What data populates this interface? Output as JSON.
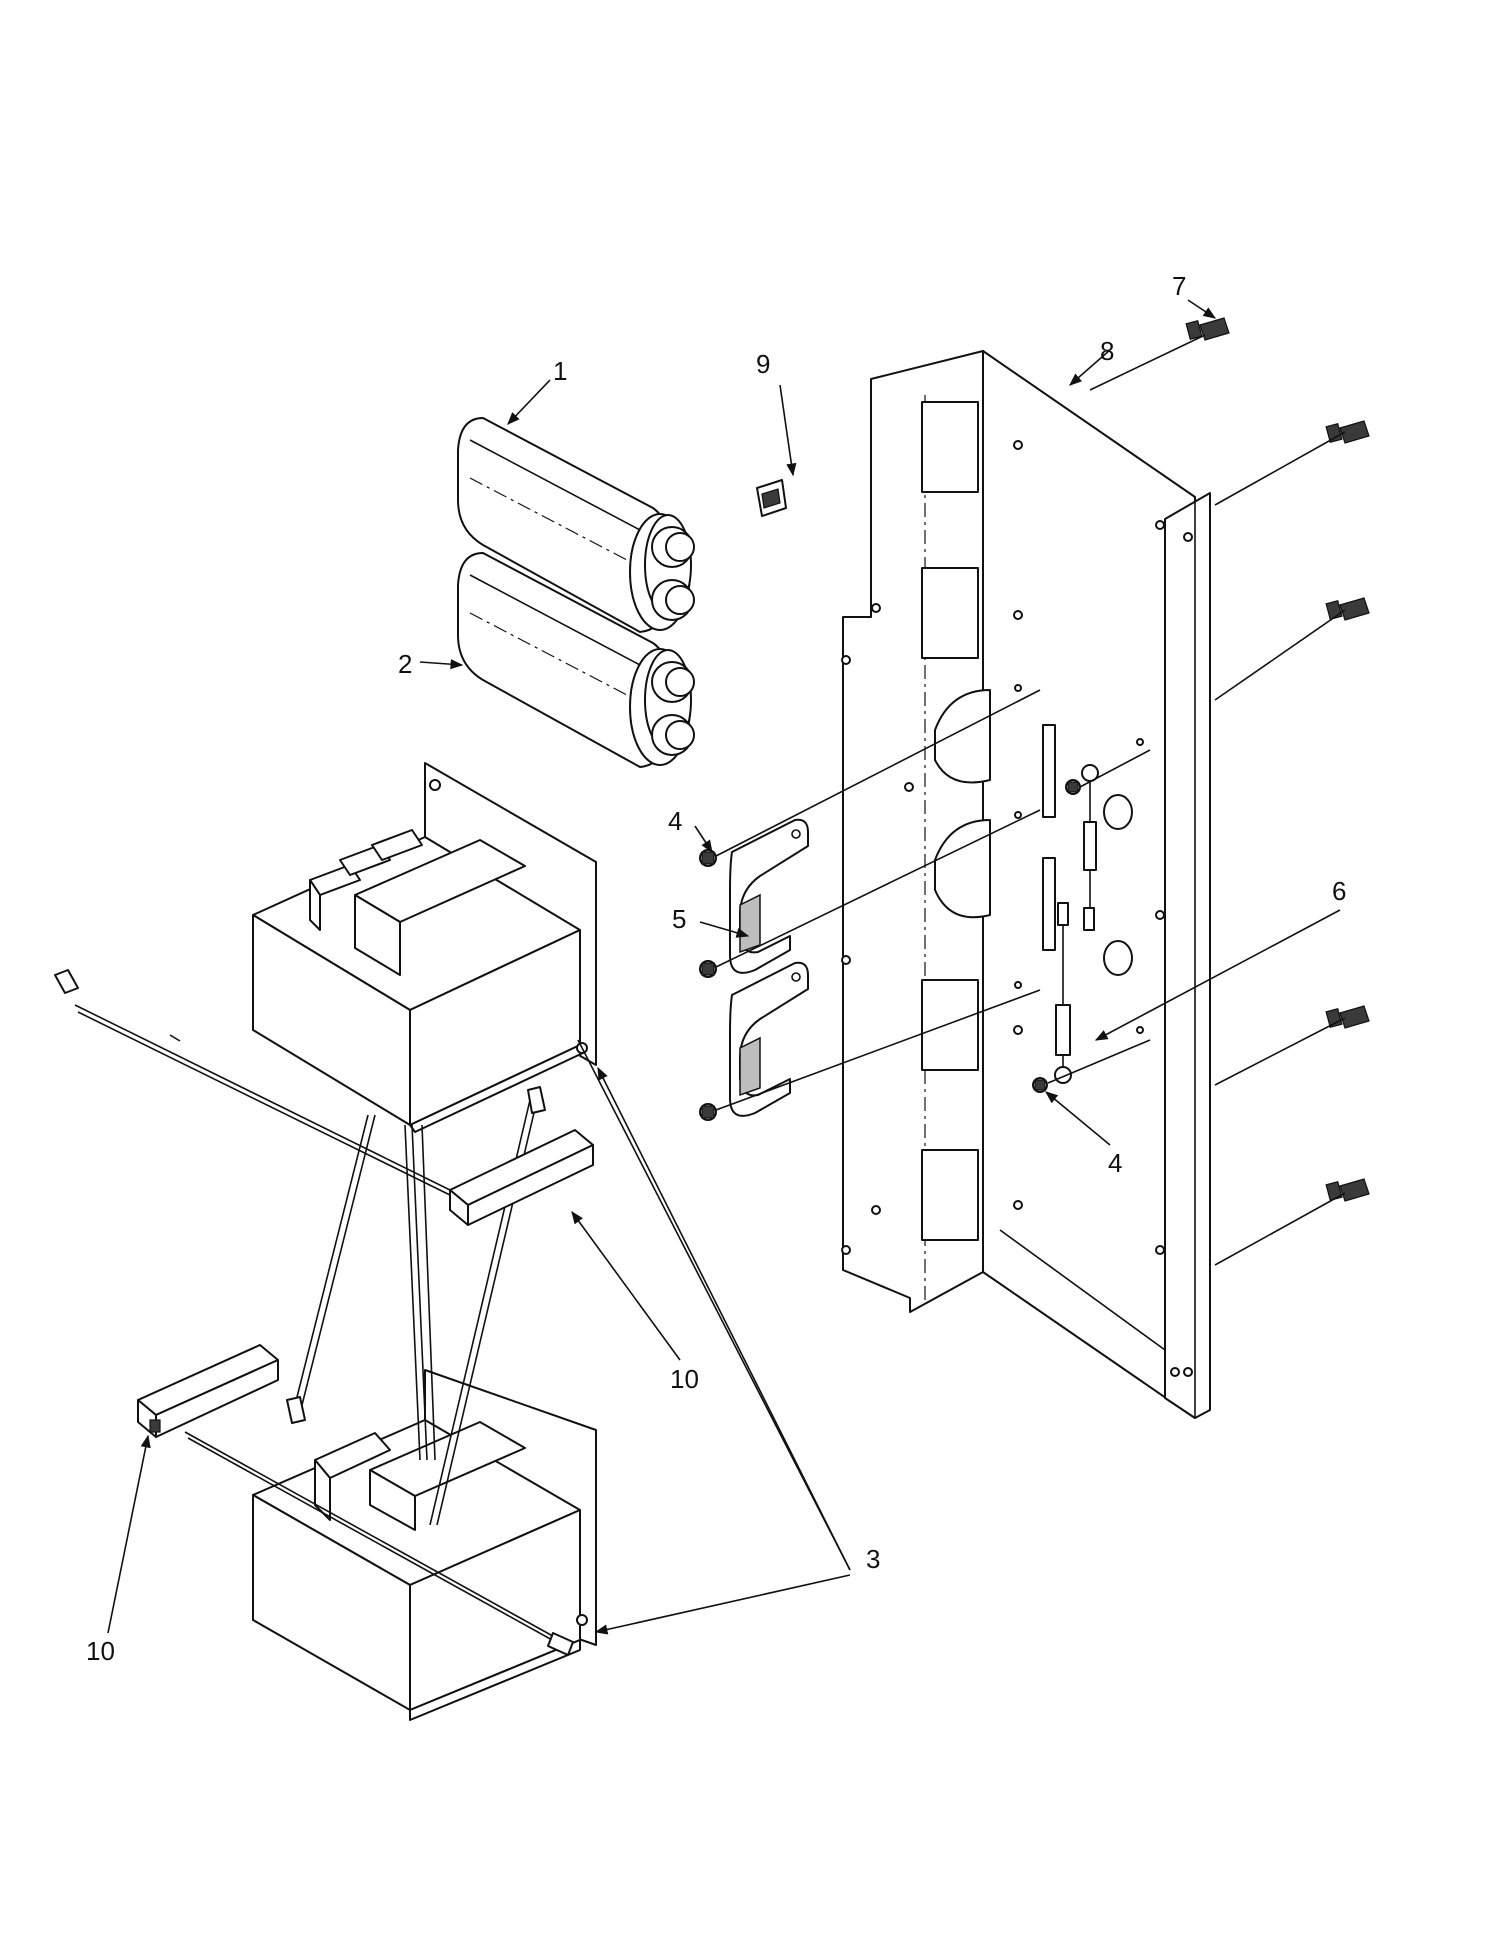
{
  "callouts": {
    "c1": "1",
    "c2": "2",
    "c3a": "3",
    "c4a": "4",
    "c4b": "4",
    "c5": "5",
    "c6": "6",
    "c7": "7",
    "c8": "8",
    "c9": "9",
    "c10a": "10",
    "c10b": "10"
  }
}
